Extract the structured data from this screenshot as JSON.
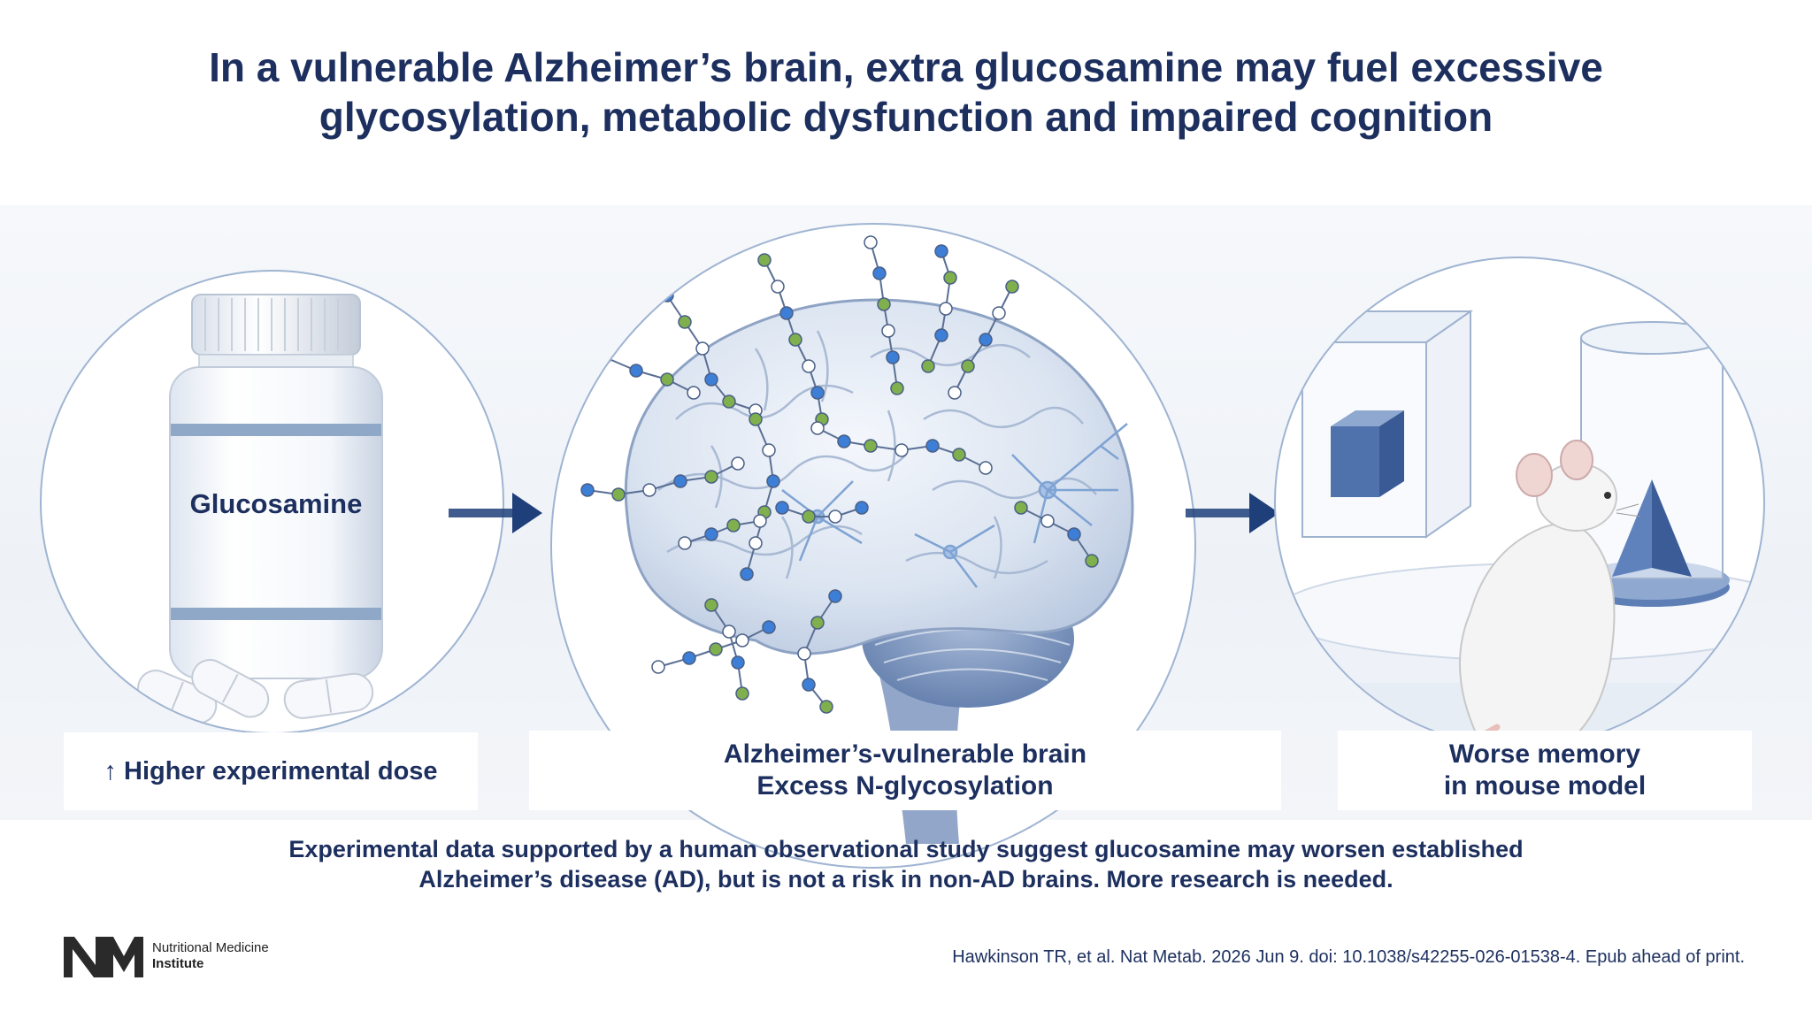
{
  "title": {
    "line1": "In a vulnerable Alzheimer’s brain, extra glucosamine may fuel excessive",
    "line2": "glycosylation, metabolic dysfunction and impaired cognition"
  },
  "panels": {
    "left": {
      "bottle_label": "Glucosamine",
      "caption": "↑ Higher experimental dose"
    },
    "middle": {
      "caption_line1": "Alzheimer’s-vulnerable brain",
      "caption_line2": "Excess N-glycosylation"
    },
    "right": {
      "caption_line1": "Worse memory",
      "caption_line2": "in mouse model"
    }
  },
  "summary": {
    "line1": "Experimental data supported by a human observational study suggest glucosamine may worsen established",
    "line2": "Alzheimer’s disease (AD), but is not a risk in non-AD brains. More research is needed."
  },
  "logo": {
    "line1": "Nutritional Medicine",
    "line2": "Institute"
  },
  "citation": "Hawkinson TR, et al. Nat Metab. 2026 Jun 9. doi: 10.1038/s42255-026-01538-4. Epub ahead of print.",
  "colors": {
    "navy": "#1c2f5e",
    "arrow": "#1f3f7a",
    "molecule_blue": "#3d7fd6",
    "molecule_green": "#7fb04d",
    "circle_stroke": "#9fb4d2"
  },
  "icons": [
    "bottle-icon",
    "capsule-icon",
    "brain-icon",
    "molecule-icon",
    "neuron-icon",
    "cube-icon",
    "pyramid-icon",
    "mouse-icon",
    "right-arrow-icon",
    "nmi-logo-icon"
  ]
}
